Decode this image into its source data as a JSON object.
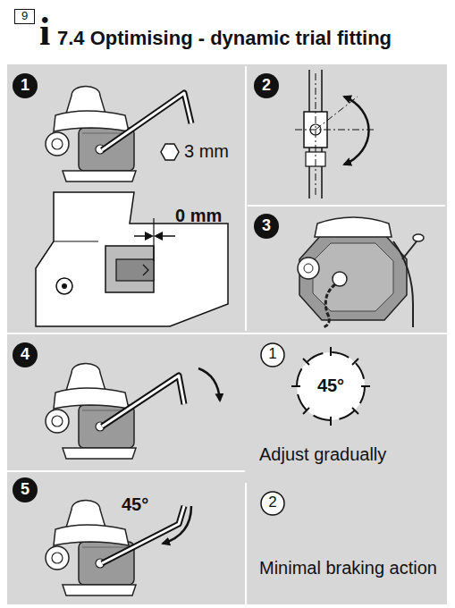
{
  "diagram": {
    "title": "7.4 Optimising - dynamic trial fitting",
    "labels": [
      "9",
      "i",
      "1",
      "3 mm",
      "0 mm",
      "2",
      "3",
      "4",
      "1",
      "45°",
      "Adjust gradually",
      "5",
      "45°",
      "2",
      "Minimal braking action"
    ]
  }
}
